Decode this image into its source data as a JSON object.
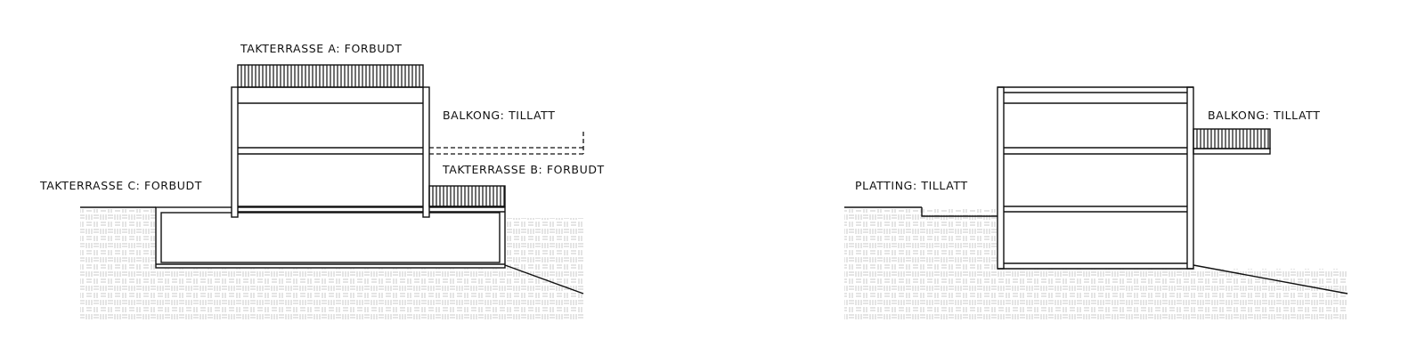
{
  "left_section": {
    "labels": {
      "roof_terrace_a": "TAKTERRASSE A: FORBUDT",
      "balcony": "BALKONG: TILLATT",
      "roof_terrace_b": "TAKTERRASSE B: FORBUDT",
      "roof_terrace_c": "TAKTERRASSE C: FORBUDT"
    }
  },
  "right_section": {
    "labels": {
      "balcony": "BALKONG: TILLATT",
      "deck": "PLATTING: TILLATT"
    }
  },
  "colors": {
    "line": "#111111",
    "ground_hatch": "#c8c8c8",
    "background": "#ffffff"
  }
}
